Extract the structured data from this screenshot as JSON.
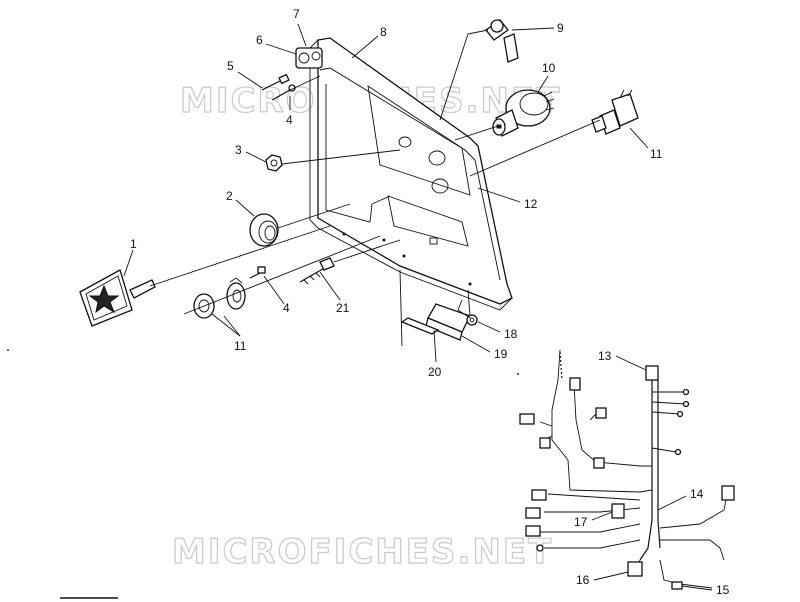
{
  "watermark": {
    "upper_text": "MICROFICHES.NET",
    "lower_text": "MICROFICHES.NET"
  },
  "callouts": {
    "c1": "1",
    "c2": "2",
    "c3": "3",
    "c4a": "4",
    "c4b": "4",
    "c5": "5",
    "c6": "6",
    "c7": "7",
    "c8": "8",
    "c9": "9",
    "c10": "10",
    "c11a": "11",
    "c11b": "11",
    "c12": "12",
    "c13": "13",
    "c14": "14",
    "c15": "15",
    "c16": "16",
    "c17": "17",
    "c18": "18",
    "c19": "19",
    "c20": "20",
    "c21": "21"
  }
}
